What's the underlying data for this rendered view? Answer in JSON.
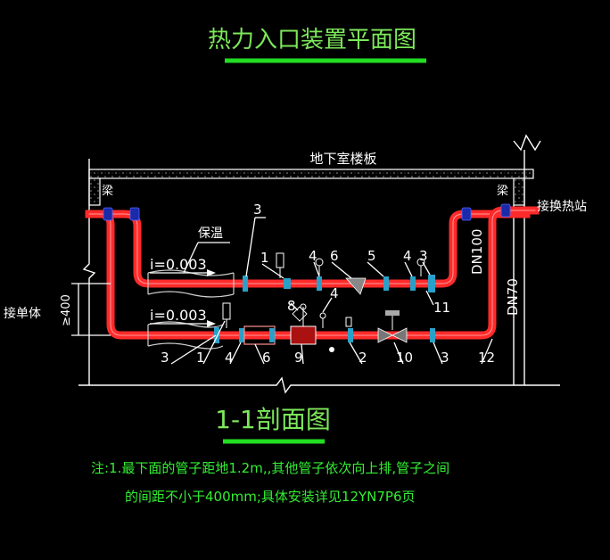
{
  "title": "热力入口装置平面图",
  "section_title": "1-1剖面图",
  "labels": {
    "slab": "地下室楼板",
    "beam_left": "梁",
    "beam_right": "梁",
    "insulation": "保温",
    "connect_station": "接换热站",
    "connect_building": "接单体",
    "dimension_400": "≥400",
    "slope_upper": "i=0.003",
    "slope_lower": "i=0.003",
    "dn100": "DN100",
    "dn70": "DN70"
  },
  "callouts_upper": [
    "3",
    "1",
    "4",
    "6",
    "5",
    "4",
    "3",
    "11"
  ],
  "callouts_lower": [
    "3",
    "1",
    "4",
    "6",
    "9",
    "2",
    "10",
    "3",
    "12"
  ],
  "callouts_middle": [
    "8",
    "4"
  ],
  "notes": [
    "注:1.最下面的管子距地1.2m,,其他管子依次向上排,管子之间",
    "的间距不小于400mm;具体安装详见12YN7P6页"
  ],
  "colors": {
    "background": "#000000",
    "pipe": "#ff2a2a",
    "pipe_edge": "#ff9090",
    "fitting": "#1a2aa8",
    "valve": "#2aa0c8",
    "underline": "#22dd22",
    "text_white": "#ffffff",
    "text_green": "#33ee33"
  }
}
